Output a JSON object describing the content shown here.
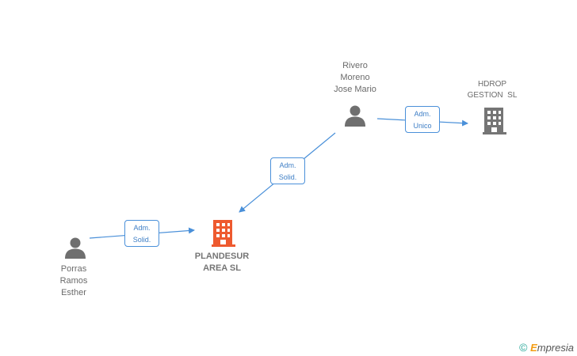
{
  "nodes": {
    "plandesur": {
      "lines": [
        "PLANDESUR",
        "AREA SL"
      ],
      "color": "#ee5a2f"
    },
    "hdrop": {
      "lines": [
        "HDROP",
        "GESTION  SL"
      ],
      "color": "#757575"
    },
    "rivero": {
      "lines": [
        "Rivero",
        "Moreno",
        "Jose Mario"
      ]
    },
    "porras": {
      "lines": [
        "Porras",
        "Ramos",
        "Esther"
      ]
    }
  },
  "edges": {
    "rivero_hdrop": [
      "Adm.",
      "Unico"
    ],
    "rivero_plandesur": [
      "Adm.",
      "Solid."
    ],
    "porras_plandesur": [
      "Adm.",
      "Solid."
    ]
  },
  "colors": {
    "edge": "#4a90d9",
    "person": "#6f6f6f"
  },
  "watermark": {
    "copyright": "©",
    "brand_first": "E",
    "brand_rest": "mpresia"
  }
}
